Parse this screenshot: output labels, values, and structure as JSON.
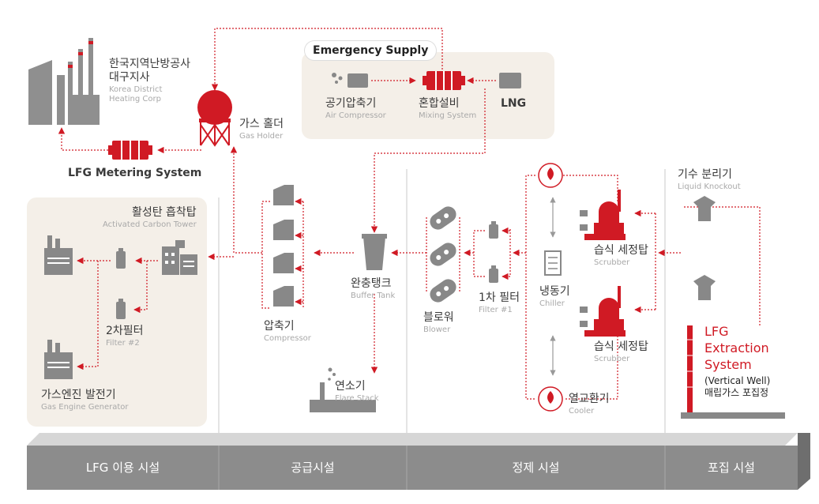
{
  "colors": {
    "accent": "#d01a24",
    "icon_gray": "#777777",
    "panel_bg": "#f4efe8",
    "base_bar": "#8c8c8c"
  },
  "labels": {
    "kdhc": {
      "kr": "한국지역난방공사",
      "kr2": "대구지사",
      "en": "Korea District",
      "en2": "Heating Corp"
    },
    "gas_holder": {
      "kr": "가스 홀더",
      "en": "Gas Holder"
    },
    "emergency": "Emergency Supply",
    "air_comp": {
      "kr": "공기압축기",
      "en": "Air Compressor"
    },
    "mixing": {
      "kr": "혼합설비",
      "en": "Mixing System"
    },
    "lng": "LNG",
    "metering": "LFG Metering System",
    "carbon": {
      "kr": "활성탄 흡착탑",
      "en": "Activated Carbon Tower"
    },
    "filter2": {
      "kr": "2차필터",
      "en": "Filter #2"
    },
    "engine": {
      "kr": "가스엔진 발전기",
      "en": "Gas Engine Generator"
    },
    "compressor": {
      "kr": "압축기",
      "en": "Compressor"
    },
    "buffer": {
      "kr": "완충탱크",
      "en": "Buffer Tank"
    },
    "flare": {
      "kr": "연소기",
      "en": "Flare Stack"
    },
    "blower": {
      "kr": "블로워",
      "en": "Blower"
    },
    "filter1": {
      "kr": "1차 필터",
      "en": "Filter #1"
    },
    "chiller": {
      "kr": "냉동기",
      "en": "Chiller"
    },
    "cooler": {
      "kr": "열교환기",
      "en": "Cooler"
    },
    "scrubber1": {
      "kr": "습식 세정탑",
      "en": "Scrubber"
    },
    "scrubber2": {
      "kr": "습식 세정탑",
      "en": "Scrubber"
    },
    "knockout": {
      "kr": "기수 분리기",
      "en": "Liquid Knockout"
    },
    "extraction": {
      "l1": "LFG",
      "l2": "Extraction",
      "l3": "System",
      "l4": "(Vertical Well)",
      "l5": "매립가스 포집정"
    }
  },
  "sections": [
    "LFG 이용 시설",
    "공급시설",
    "정제 시설",
    "포집 시설"
  ]
}
